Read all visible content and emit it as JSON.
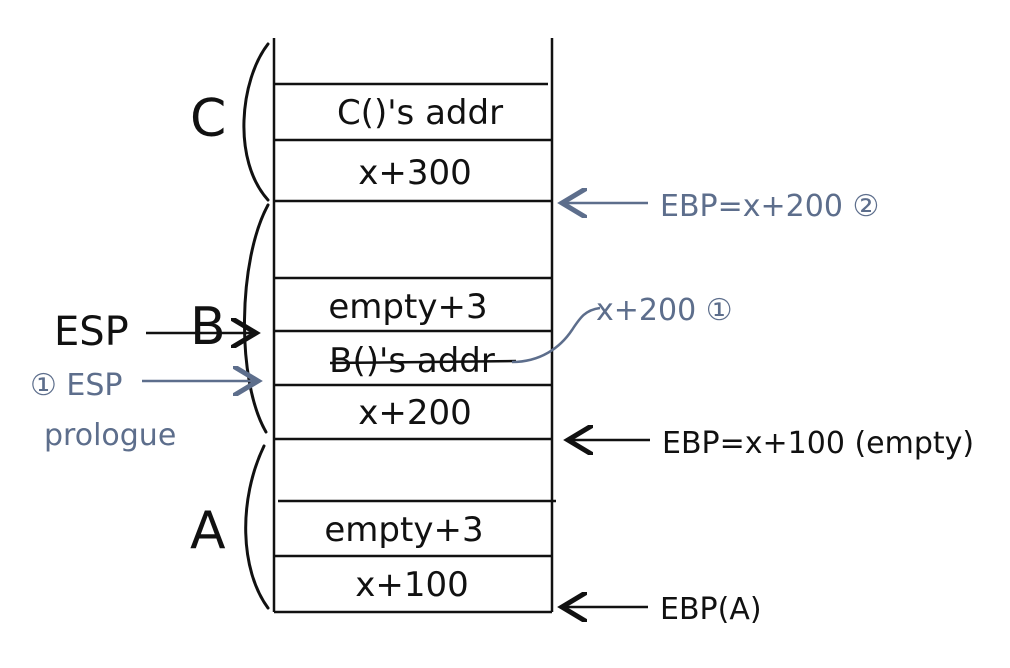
{
  "colors": {
    "ink": "#111111",
    "annotation_blue": "#5d6e8c"
  },
  "segments": {
    "c": "C",
    "b": "B",
    "a": "A"
  },
  "cells": {
    "c_ret_addr": "C()'s addr",
    "c_saved_ebp": "x+300",
    "b_empty": "empty+3",
    "b_ret_addr": "B()'s addr",
    "b_saved_ebp": "x+200",
    "a_empty": "empty+3",
    "a_saved_ebp": "x+100"
  },
  "annotations": {
    "ebp_c": "EBP=x+200 ②",
    "ebp_b": "EBP=x+100 (empty)",
    "ebp_a": "EBP(A)",
    "x200_note": "x+200 ①",
    "esp": "ESP",
    "esp_prologue_1": "① ESP",
    "esp_prologue_2": "prologue"
  }
}
